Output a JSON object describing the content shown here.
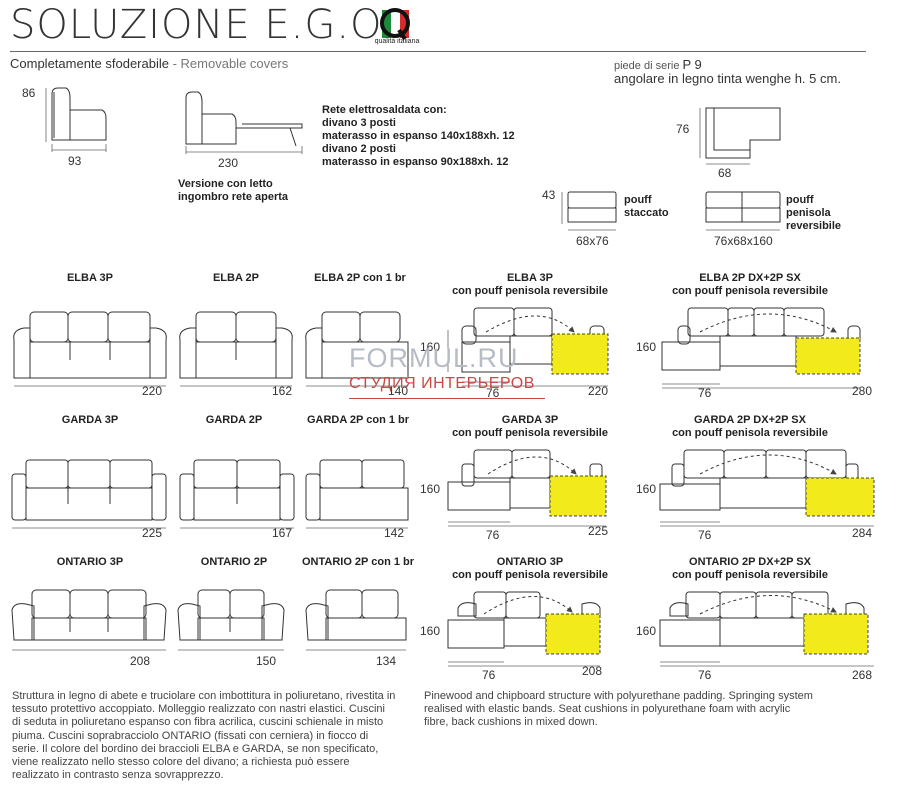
{
  "header": {
    "title": "SOLUZIONE E.G.O.",
    "logo_letter": "Q",
    "logo_caption": "qualità italiana",
    "subtitle_it": "Completamente sfoderabile",
    "subtitle_sep": " - ",
    "subtitle_en": "Removable covers"
  },
  "feet": {
    "line1_prefix": "piede di serie",
    "line1_code": "P 9",
    "line2": "angolare in legno tinta wenghe h. 5 cm.",
    "height": "76",
    "width": "68"
  },
  "base_model": {
    "height": "86",
    "depth": "93",
    "bed_length": "230",
    "bed_caption_1": "Versione con letto",
    "bed_caption_2": "ingombro rete aperta",
    "net_lines": [
      "Rete elettrosaldata con:",
      "divano 3 posti",
      "materasso in espanso 140x188xh. 12",
      "divano 2 posti",
      "materasso in espanso 90x188xh. 12"
    ]
  },
  "pouffs": {
    "height": "43",
    "separate_label_1": "pouff",
    "separate_label_2": "staccato",
    "separate_dims": "68x76",
    "peninsula_label_1": "pouff",
    "peninsula_label_2": "penisola",
    "peninsula_label_3": "reversibile",
    "peninsula_dims": "76x68x160"
  },
  "rows": [
    {
      "models": [
        {
          "name": "ELBA 3P",
          "width": "220"
        },
        {
          "name": "ELBA 2P",
          "width": "162"
        },
        {
          "name": "ELBA 2P con 1 br",
          "width": "140"
        }
      ],
      "corner_a": {
        "name_1": "ELBA 3P",
        "name_2": "con pouff penisola reversibile",
        "depth": "160",
        "pouf_w": "76",
        "width": "220"
      },
      "corner_b": {
        "name_1": "ELBA 2P DX+2P SX",
        "name_2": "con pouff penisola reversibile",
        "depth": "160",
        "pouf_w": "76",
        "width": "280"
      }
    },
    {
      "models": [
        {
          "name": "GARDA 3P",
          "width": "225"
        },
        {
          "name": "GARDA 2P",
          "width": "167"
        },
        {
          "name": "GARDA 2P con 1 br",
          "width": "142"
        }
      ],
      "corner_a": {
        "name_1": "GARDA 3P",
        "name_2": "con pouff penisola reversibile",
        "depth": "160",
        "pouf_w": "76",
        "width": "225"
      },
      "corner_b": {
        "name_1": "GARDA 2P DX+2P SX",
        "name_2": "con pouff penisola reversibile",
        "depth": "160",
        "pouf_w": "76",
        "width": "284"
      }
    },
    {
      "models": [
        {
          "name": "ONTARIO 3P",
          "width": "208"
        },
        {
          "name": "ONTARIO 2P",
          "width": "150"
        },
        {
          "name": "ONTARIO 2P con 1 br",
          "width": "134"
        }
      ],
      "corner_a": {
        "name_1": "ONTARIO 3P",
        "name_2": "con pouff penisola reversibile",
        "depth": "160",
        "pouf_w": "76",
        "width": "208"
      },
      "corner_b": {
        "name_1": "ONTARIO 2P DX+2P SX",
        "name_2": "con pouff penisola reversibile",
        "depth": "160",
        "pouf_w": "76",
        "width": "268"
      }
    }
  ],
  "description": {
    "it": "Struttura in legno di abete e truciolare con imbottitura in poliuretano, rivestita in tessuto protettivo accoppiato. Molleggio realizzato con nastri elastici. Cuscini di seduta in poliuretano espanso con fibra acrilica, cuscini schienale in misto piuma. Cuscini soprabracciolo ONTARIO (fissati con cerniera) in fiocco di serie. Il colore del bordino dei braccioli ELBA e GARDA, se non specificato, viene realizzato nello stesso colore del divano; a richiesta può essere realizzato in contrasto senza sovrapprezzo.",
    "en": "Pinewood and chipboard structure with polyurethane padding. Springing system realised with elastic bands. Seat cushions in polyurethane foam with acrylic fibre, back cushions in mixed down."
  },
  "watermark": {
    "line1": "FORMUL.RU",
    "line2": "СТУДИЯ ИНТЕРЬЕРОВ"
  },
  "colors": {
    "pouf_highlight": "#f2ea1a",
    "watermark_grey": "#b6bcc6",
    "watermark_red": "#c84a45"
  }
}
